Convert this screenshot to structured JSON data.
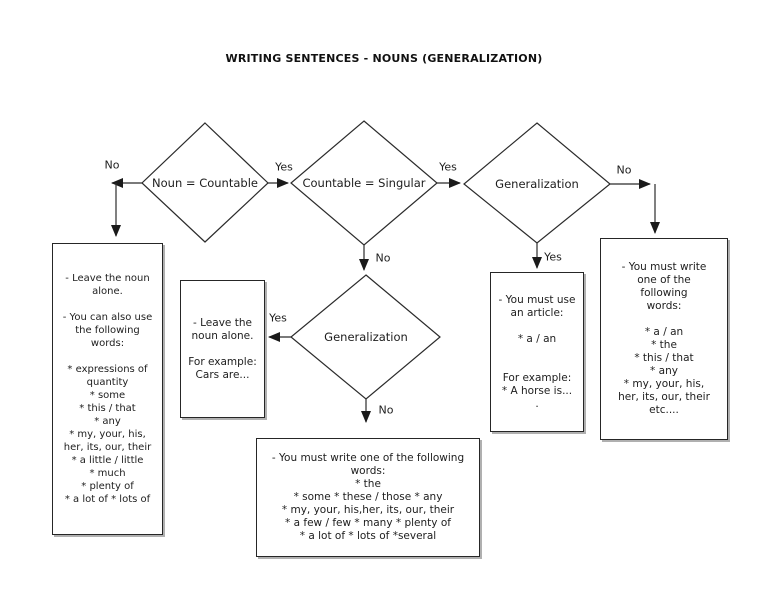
{
  "title": "WRITING SENTENCES - NOUNS (GENERALIZATION)",
  "colors": {
    "background": "#ffffff",
    "line": "#2b2b2b",
    "text": "#1d1d1d",
    "box_shadow": "#b0b0b0"
  },
  "diamonds": {
    "noun_countable": {
      "label": "Noun = Countable"
    },
    "countable_singular": {
      "label": "Countable = Singular"
    },
    "generalization_top": {
      "label": "Generalization"
    },
    "generalization_mid": {
      "label": "Generalization"
    }
  },
  "edge_labels": {
    "noun_countable_no": "No",
    "noun_countable_yes": "Yes",
    "countable_singular_yes": "Yes",
    "countable_singular_no": "No",
    "generalization_top_yes": "Yes",
    "generalization_top_no": "No",
    "generalization_mid_yes": "Yes",
    "generalization_mid_no": "No"
  },
  "boxes": {
    "leave_noun_full": {
      "text": "- Leave the noun\nalone.\n\n- You can also use\nthe following\nwords:\n\n* expressions of\nquantity\n* some\n* this / that\n* any\n* my, your, his,\nher, its, our, their\n* a little / little\n* much\n* plenty of\n* a lot of * lots of"
    },
    "leave_noun_example": {
      "text": "- Leave the\nnoun alone.\n\nFor example:\nCars are..."
    },
    "use_article": {
      "text": "- You must use\nan article:\n\n* a / an\n\n\nFor example:\n* A horse is...\n."
    },
    "write_words_singular": {
      "text": "- You must write\none of the\nfollowing\nwords:\n\n* a / an\n* the\n* this / that\n* any\n* my, your, his,\nher, its, our, their\netc...."
    },
    "write_words_plural": {
      "text": "- You must write one of the following\nwords:\n* the\n* some * these / those * any\n* my, your, his,her, its, our, their\n* a few / few * many * plenty of\n* a lot of * lots of *several"
    }
  }
}
